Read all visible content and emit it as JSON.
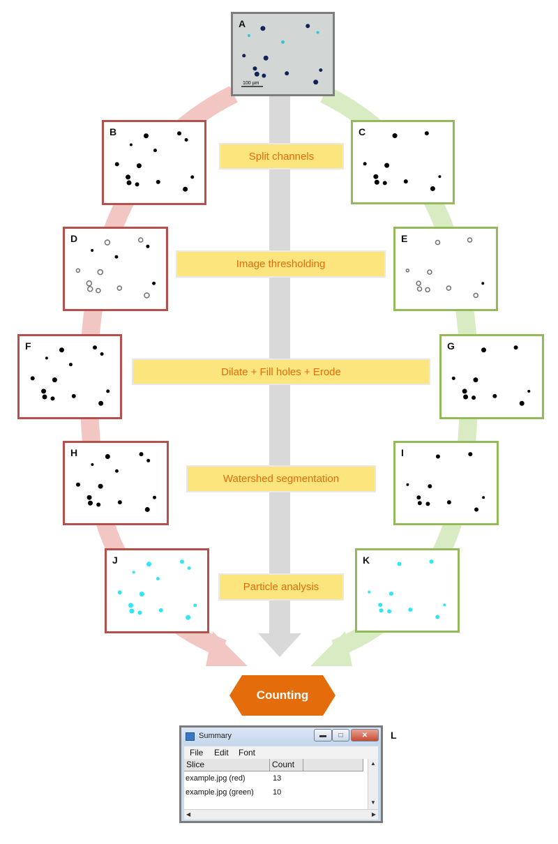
{
  "panels": [
    {
      "id": "A",
      "label": "A",
      "theme": "gray",
      "scalebar": "100 µm",
      "dots": [
        [
          0.16,
          0.27,
          "#33c5d8",
          2
        ],
        [
          0.3,
          0.18,
          "#10245a",
          3.5
        ],
        [
          0.5,
          0.35,
          "#33c5d8",
          2.5
        ],
        [
          0.75,
          0.15,
          "#10245a",
          3
        ],
        [
          0.85,
          0.23,
          "#33c5d8",
          2
        ],
        [
          0.11,
          0.52,
          "#10245a",
          2.5
        ],
        [
          0.33,
          0.55,
          "#10245a",
          3.5
        ],
        [
          0.22,
          0.68,
          "#10245a",
          3
        ],
        [
          0.24,
          0.75,
          "#10245a",
          3.5
        ],
        [
          0.31,
          0.77,
          "#10245a",
          3
        ],
        [
          0.54,
          0.74,
          "#10245a",
          3
        ],
        [
          0.88,
          0.7,
          "#10245a",
          2.5
        ],
        [
          0.83,
          0.85,
          "#10245a",
          3.5
        ]
      ]
    },
    {
      "id": "B",
      "label": "B",
      "theme": "red",
      "dots": [
        [
          0.27,
          0.28,
          "#000",
          2
        ],
        [
          0.42,
          0.17,
          "#000",
          3.5
        ],
        [
          0.51,
          0.35,
          "#000",
          2.5
        ],
        [
          0.75,
          0.14,
          "#000",
          3
        ],
        [
          0.82,
          0.22,
          "#000",
          2.5
        ],
        [
          0.13,
          0.52,
          "#000",
          3
        ],
        [
          0.35,
          0.54,
          "#000",
          3.5
        ],
        [
          0.24,
          0.68,
          "#000",
          3.5
        ],
        [
          0.25,
          0.75,
          "#000",
          3.5
        ],
        [
          0.33,
          0.77,
          "#000",
          3
        ],
        [
          0.54,
          0.74,
          "#000",
          3
        ],
        [
          0.88,
          0.68,
          "#000",
          2.5
        ],
        [
          0.81,
          0.83,
          "#000",
          3.5
        ]
      ]
    },
    {
      "id": "C",
      "label": "C",
      "theme": "green",
      "dots": [
        [
          0.42,
          0.17,
          "#000",
          3.5
        ],
        [
          0.74,
          0.14,
          "#000",
          3
        ],
        [
          0.12,
          0.52,
          "#000",
          2.5
        ],
        [
          0.34,
          0.54,
          "#000",
          3.5
        ],
        [
          0.23,
          0.68,
          "#000",
          3.5
        ],
        [
          0.24,
          0.75,
          "#000",
          3.5
        ],
        [
          0.32,
          0.76,
          "#000",
          3
        ],
        [
          0.53,
          0.74,
          "#000",
          3
        ],
        [
          0.87,
          0.68,
          "#000",
          2
        ],
        [
          0.8,
          0.83,
          "#000",
          3.5
        ]
      ]
    },
    {
      "id": "D",
      "label": "D",
      "theme": "red",
      "ring": true,
      "dots": [
        [
          0.27,
          0.27,
          "#000",
          2
        ],
        [
          0.42,
          0.17,
          "#777",
          3.5
        ],
        [
          0.51,
          0.35,
          "#000",
          2.5
        ],
        [
          0.75,
          0.14,
          "#777",
          3
        ],
        [
          0.82,
          0.22,
          "#000",
          2.5
        ],
        [
          0.13,
          0.52,
          "#777",
          2.5
        ],
        [
          0.35,
          0.54,
          "#777",
          3.5
        ],
        [
          0.24,
          0.68,
          "#777",
          3.5
        ],
        [
          0.25,
          0.75,
          "#777",
          3.5
        ],
        [
          0.33,
          0.77,
          "#777",
          3
        ],
        [
          0.54,
          0.74,
          "#777",
          3
        ],
        [
          0.88,
          0.68,
          "#000",
          2.5
        ],
        [
          0.81,
          0.83,
          "#777",
          3.5
        ]
      ]
    },
    {
      "id": "E",
      "label": "E",
      "theme": "green",
      "ring": true,
      "dots": [
        [
          0.42,
          0.17,
          "#777",
          3
        ],
        [
          0.74,
          0.14,
          "#777",
          3
        ],
        [
          0.12,
          0.52,
          "#777",
          2
        ],
        [
          0.34,
          0.54,
          "#777",
          3
        ],
        [
          0.23,
          0.68,
          "#777",
          3
        ],
        [
          0.24,
          0.75,
          "#777",
          3
        ],
        [
          0.32,
          0.76,
          "#777",
          3
        ],
        [
          0.53,
          0.74,
          "#777",
          3
        ],
        [
          0.87,
          0.68,
          "#000",
          2
        ],
        [
          0.8,
          0.83,
          "#777",
          3
        ]
      ]
    },
    {
      "id": "F",
      "label": "F",
      "theme": "red",
      "dots": [
        [
          0.27,
          0.27,
          "#000",
          2
        ],
        [
          0.42,
          0.17,
          "#000",
          3.5
        ],
        [
          0.51,
          0.35,
          "#000",
          2.5
        ],
        [
          0.75,
          0.14,
          "#000",
          3
        ],
        [
          0.82,
          0.22,
          "#000",
          2.5
        ],
        [
          0.13,
          0.52,
          "#000",
          3
        ],
        [
          0.35,
          0.54,
          "#000",
          3.5
        ],
        [
          0.24,
          0.68,
          "#000",
          3.5
        ],
        [
          0.25,
          0.75,
          "#000",
          3.5
        ],
        [
          0.33,
          0.77,
          "#000",
          3
        ],
        [
          0.54,
          0.74,
          "#000",
          3
        ],
        [
          0.88,
          0.68,
          "#000",
          2.5
        ],
        [
          0.81,
          0.83,
          "#000",
          3.5
        ]
      ]
    },
    {
      "id": "G",
      "label": "G",
      "theme": "green",
      "dots": [
        [
          0.42,
          0.17,
          "#000",
          3.5
        ],
        [
          0.74,
          0.14,
          "#000",
          3
        ],
        [
          0.12,
          0.52,
          "#000",
          2.5
        ],
        [
          0.34,
          0.54,
          "#000",
          3.5
        ],
        [
          0.23,
          0.68,
          "#000",
          3.5
        ],
        [
          0.24,
          0.75,
          "#000",
          3.5
        ],
        [
          0.32,
          0.76,
          "#000",
          3
        ],
        [
          0.53,
          0.74,
          "#000",
          3
        ],
        [
          0.87,
          0.68,
          "#000",
          2
        ],
        [
          0.8,
          0.83,
          "#000",
          3.5
        ]
      ]
    },
    {
      "id": "H",
      "label": "H",
      "theme": "red",
      "dots": [
        [
          0.27,
          0.27,
          "#000",
          2
        ],
        [
          0.42,
          0.17,
          "#000",
          3.5
        ],
        [
          0.51,
          0.35,
          "#000",
          2.5
        ],
        [
          0.75,
          0.14,
          "#000",
          3
        ],
        [
          0.82,
          0.22,
          "#000",
          2.5
        ],
        [
          0.13,
          0.52,
          "#000",
          3
        ],
        [
          0.35,
          0.54,
          "#000",
          3.5
        ],
        [
          0.24,
          0.68,
          "#000",
          3.5
        ],
        [
          0.25,
          0.75,
          "#000",
          3.5
        ],
        [
          0.33,
          0.77,
          "#000",
          3
        ],
        [
          0.54,
          0.74,
          "#000",
          3
        ],
        [
          0.88,
          0.68,
          "#000",
          2.5
        ],
        [
          0.81,
          0.83,
          "#000",
          3.5
        ]
      ]
    },
    {
      "id": "I",
      "label": "I",
      "theme": "green",
      "dots": [
        [
          0.42,
          0.17,
          "#000",
          3
        ],
        [
          0.74,
          0.14,
          "#000",
          3
        ],
        [
          0.12,
          0.52,
          "#000",
          2
        ],
        [
          0.34,
          0.54,
          "#000",
          3
        ],
        [
          0.23,
          0.68,
          "#000",
          3
        ],
        [
          0.24,
          0.75,
          "#000",
          3
        ],
        [
          0.32,
          0.76,
          "#000",
          3
        ],
        [
          0.53,
          0.74,
          "#000",
          3
        ],
        [
          0.87,
          0.68,
          "#000",
          2
        ],
        [
          0.8,
          0.83,
          "#000",
          3
        ]
      ]
    },
    {
      "id": "J",
      "label": "J",
      "theme": "red",
      "dots": [
        [
          0.27,
          0.27,
          "#33e5f0",
          2
        ],
        [
          0.42,
          0.17,
          "#33e5f0",
          3.5
        ],
        [
          0.51,
          0.35,
          "#33e5f0",
          2.5
        ],
        [
          0.75,
          0.14,
          "#33e5f0",
          3
        ],
        [
          0.82,
          0.22,
          "#33e5f0",
          2.5
        ],
        [
          0.13,
          0.52,
          "#33e5f0",
          3
        ],
        [
          0.35,
          0.54,
          "#33e5f0",
          3.5
        ],
        [
          0.24,
          0.68,
          "#33e5f0",
          3.5
        ],
        [
          0.25,
          0.75,
          "#33e5f0",
          3.5
        ],
        [
          0.33,
          0.77,
          "#33e5f0",
          3
        ],
        [
          0.54,
          0.74,
          "#33e5f0",
          3
        ],
        [
          0.88,
          0.68,
          "#33e5f0",
          2.5
        ],
        [
          0.81,
          0.83,
          "#33e5f0",
          3.5
        ]
      ]
    },
    {
      "id": "K",
      "label": "K",
      "theme": "green",
      "dots": [
        [
          0.42,
          0.17,
          "#33e5f0",
          3
        ],
        [
          0.74,
          0.14,
          "#33e5f0",
          3
        ],
        [
          0.12,
          0.52,
          "#33e5f0",
          2
        ],
        [
          0.34,
          0.54,
          "#33e5f0",
          3
        ],
        [
          0.23,
          0.68,
          "#33e5f0",
          3
        ],
        [
          0.24,
          0.75,
          "#33e5f0",
          3
        ],
        [
          0.32,
          0.76,
          "#33e5f0",
          3
        ],
        [
          0.53,
          0.74,
          "#33e5f0",
          3
        ],
        [
          0.87,
          0.68,
          "#33e5f0",
          2
        ],
        [
          0.8,
          0.83,
          "#33e5f0",
          3
        ]
      ]
    }
  ],
  "steps": [
    "Split channels",
    "Image thresholding",
    "Dilate +  Fill holes + Erode",
    "Watershed  segmentation",
    "Particle analysis"
  ],
  "counting_label": "Counting",
  "colors": {
    "red_arc": "#f2c7c3",
    "green_arc": "#d9ebc2",
    "center_arrow": "#d9d9d9",
    "counting_fill": "#e46c0a",
    "step_text": "#e46c0a"
  },
  "summary": {
    "panel_label": "L",
    "title": "Summary",
    "menu": [
      "File",
      "Edit",
      "Font"
    ],
    "columns": [
      "Slice",
      "Count"
    ],
    "rows": [
      {
        "slice": "example.jpg (red)",
        "count": "13"
      },
      {
        "slice": "example.jpg (green)",
        "count": "10"
      }
    ],
    "buttons": {
      "minimize": "minimize-icon",
      "maximize": "maximize-icon",
      "close": "close-icon"
    }
  }
}
